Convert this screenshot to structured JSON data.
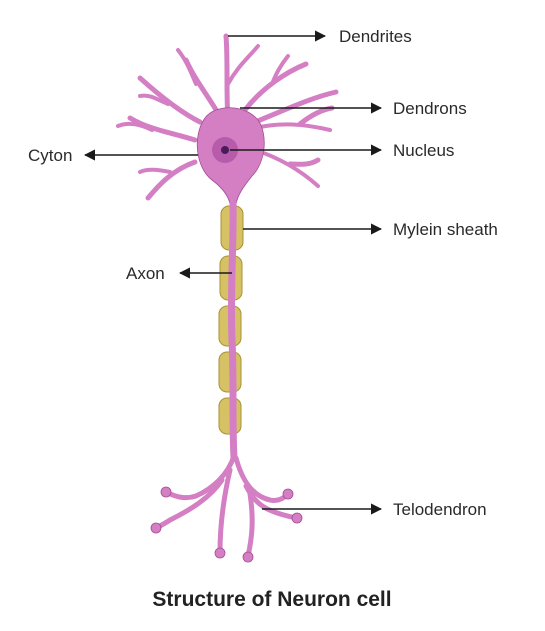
{
  "title": "Structure of Neuron cell",
  "labels": {
    "dendrites": "Dendrites",
    "dendrons": "Dendrons",
    "nucleus": "Nucleus",
    "cyton": "Cyton",
    "myelin_sheath": "Mylein sheath",
    "axon": "Axon",
    "telodendron": "Telodendron"
  },
  "colors": {
    "cell": "#d47fc4",
    "cell_outline": "#a34b95",
    "nucleus_outer": "#b75cab",
    "nucleus_inner": "#4a1a5c",
    "myelin": "#d6c165",
    "myelin_outline": "#a89236"
  }
}
